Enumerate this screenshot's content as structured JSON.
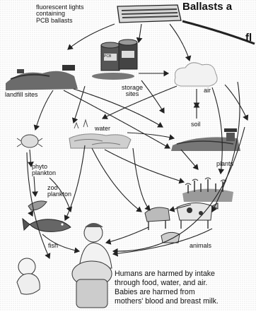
{
  "header": {
    "title_fragment": "Ballasts a",
    "side_fragment": "fl"
  },
  "nodes": {
    "lights": "fluorescent lights containing PCB ballasts",
    "lights_lines": [
      "fluorescent lights",
      "containing",
      "PCB ballasts"
    ],
    "landfill": "landfill sites",
    "storage_lines": [
      "storage",
      "sites"
    ],
    "air": "air",
    "soil": "soil",
    "water": "water",
    "plants": "plants",
    "phyto_lines": [
      "phyto",
      "plankton"
    ],
    "zoo_lines": [
      "zoo",
      "plankton"
    ],
    "fish": "fish",
    "animals": "animals",
    "barrel_text": "PCB"
  },
  "caption": [
    "Humans are harmed by intake",
    "through food, water, and air.",
    "Babies are harmed from",
    "mothers' blood and breast milk."
  ]
}
